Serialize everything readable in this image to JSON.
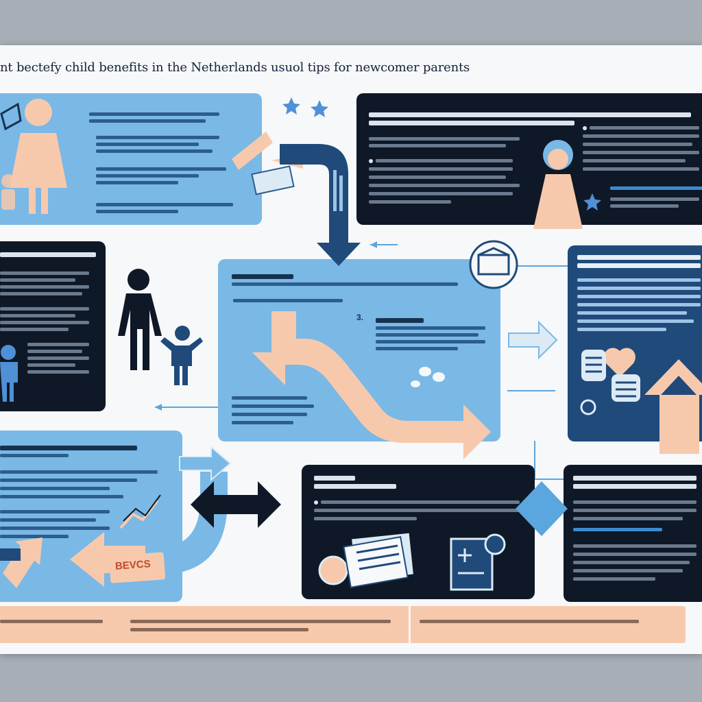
{
  "page": {
    "title": "nt bectefy child benefits in the Netherlands usuol tips for newcomer parents"
  },
  "stamps": {
    "benefits_tag": "BEVCS",
    "step_number": "3."
  },
  "colors": {
    "light_blue": "#7ab8e6",
    "dark_navy": "#0f1826",
    "mid_navy": "#1f4a7a",
    "peach": "#f7c9ac",
    "accent_blue": "#3a8ad0"
  },
  "icons": [
    "woman-icon",
    "child-icon",
    "star-icon",
    "money-icon",
    "curved-arrow-icon",
    "adult-figure-icon",
    "heart-icon",
    "document-icon",
    "notepad-icon",
    "chart-trend-icon",
    "double-arrow-icon",
    "house-arrow-icon",
    "mailbox-icon"
  ]
}
